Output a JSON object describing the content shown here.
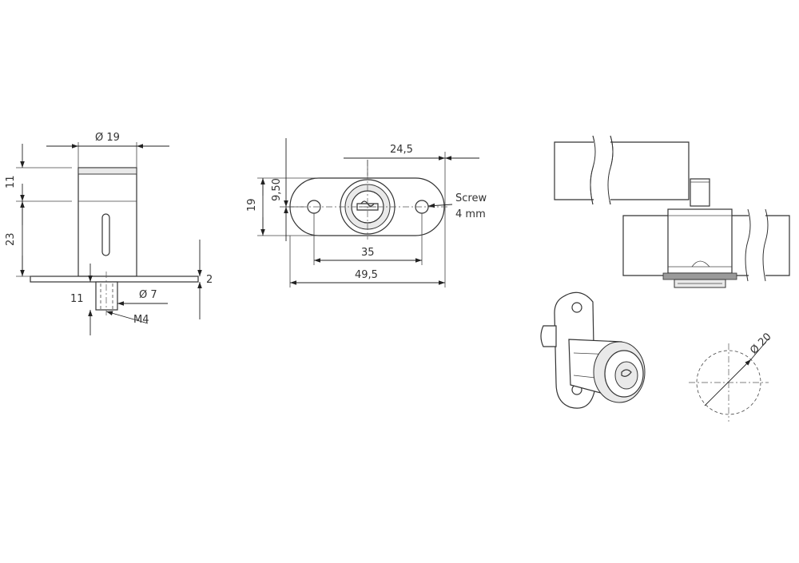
{
  "side_view": {
    "dim_diameter_top": "Ø 19",
    "dim_height_upper": "11",
    "dim_height_lower": "23",
    "dim_plate_thickness": "2",
    "dim_pin_length": "11",
    "dim_pin_diameter": "Ø 7",
    "dim_thread": "M4"
  },
  "front_view": {
    "dim_half_width": "24,5",
    "dim_height": "19",
    "dim_half_height": "9,50",
    "dim_hole_spacing": "35",
    "dim_total_width": "49,5",
    "screw_label_line1": "Screw",
    "screw_label_line2": "4 mm"
  },
  "cutout_view": {
    "dim_cutout_diameter": "Ø 20"
  }
}
